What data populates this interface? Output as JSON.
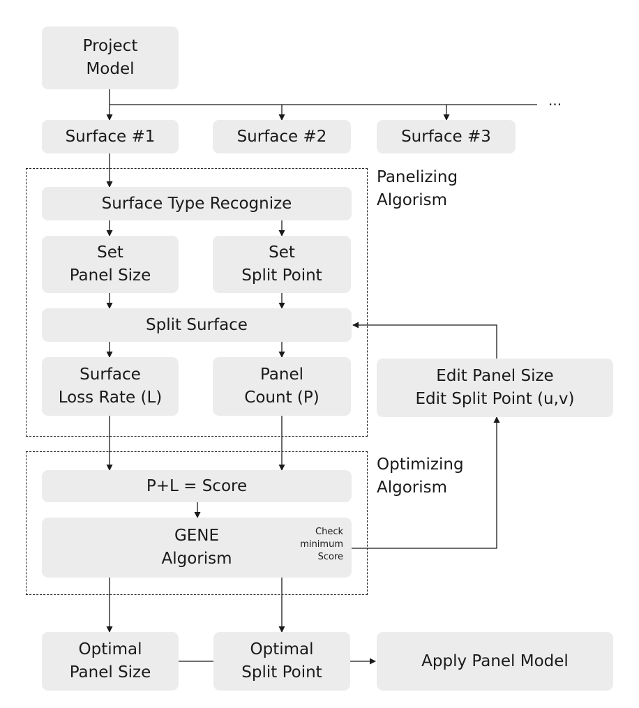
{
  "nodes": {
    "project_model": "Project\nModel",
    "surface_1": "Surface #1",
    "surface_2": "Surface #2",
    "surface_3": "Surface #3",
    "surface_type_recognize": "Surface Type Recognize",
    "set_panel_size": "Set\nPanel Size",
    "set_split_point": "Set\nSplit Point",
    "split_surface": "Split Surface",
    "surface_loss_rate": "Surface\nLoss Rate (L)",
    "panel_count": "Panel\nCount (P)",
    "edit_panel": "Edit Panel Size\nEdit Split Point (u,v)",
    "score": "P+L = Score",
    "gene_algorism": "GENE\nAlgorism",
    "optimal_panel_size": "Optimal\nPanel Size",
    "optimal_split_point": "Optimal\nSplit Point",
    "apply_panel_model": "Apply Panel Model"
  },
  "labels": {
    "ellipsis": "...",
    "panelizing": "Panelizing\nAlgorism",
    "optimizing": "Optimizing\nAlgorism",
    "check_minimum": "Check\nminimum\nScore"
  },
  "colors": {
    "node_fill": "#ececec",
    "line": "#1a1a1a"
  }
}
